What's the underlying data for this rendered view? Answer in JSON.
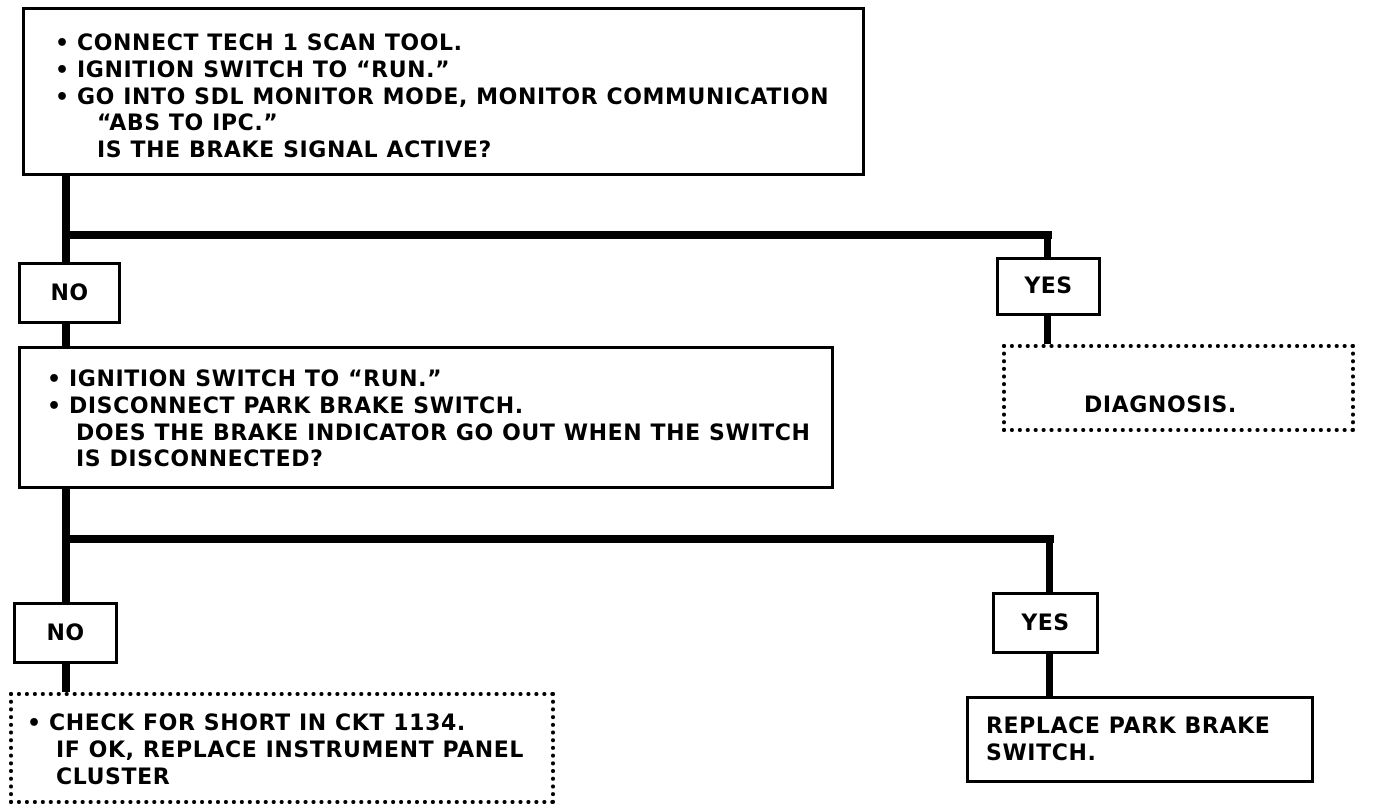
{
  "step1": {
    "lines": [
      "CONNECT TECH 1 SCAN TOOL.",
      "IGNITION SWITCH TO “RUN.”",
      "GO INTO SDL MONITOR MODE, MONITOR COMMUNICATION",
      "“ABS TO IPC.”",
      "IS THE BRAKE SIGNAL ACTIVE?"
    ]
  },
  "branch1": {
    "no_label": "NO",
    "yes_label": "YES",
    "yes_result": "DIAGNOSIS."
  },
  "step2": {
    "lines": [
      "IGNITION SWITCH TO “RUN.”",
      "DISCONNECT PARK BRAKE SWITCH.",
      "DOES THE BRAKE INDICATOR GO OUT WHEN THE SWITCH",
      "IS DISCONNECTED?"
    ]
  },
  "branch2": {
    "no_label": "NO",
    "yes_label": "YES",
    "no_result": [
      "CHECK FOR SHORT IN CKT 1134.",
      "IF OK, REPLACE INSTRUMENT PANEL",
      "CLUSTER"
    ],
    "yes_result": [
      "REPLACE PARK BRAKE",
      "SWITCH."
    ]
  },
  "bullet_glyph": "•"
}
